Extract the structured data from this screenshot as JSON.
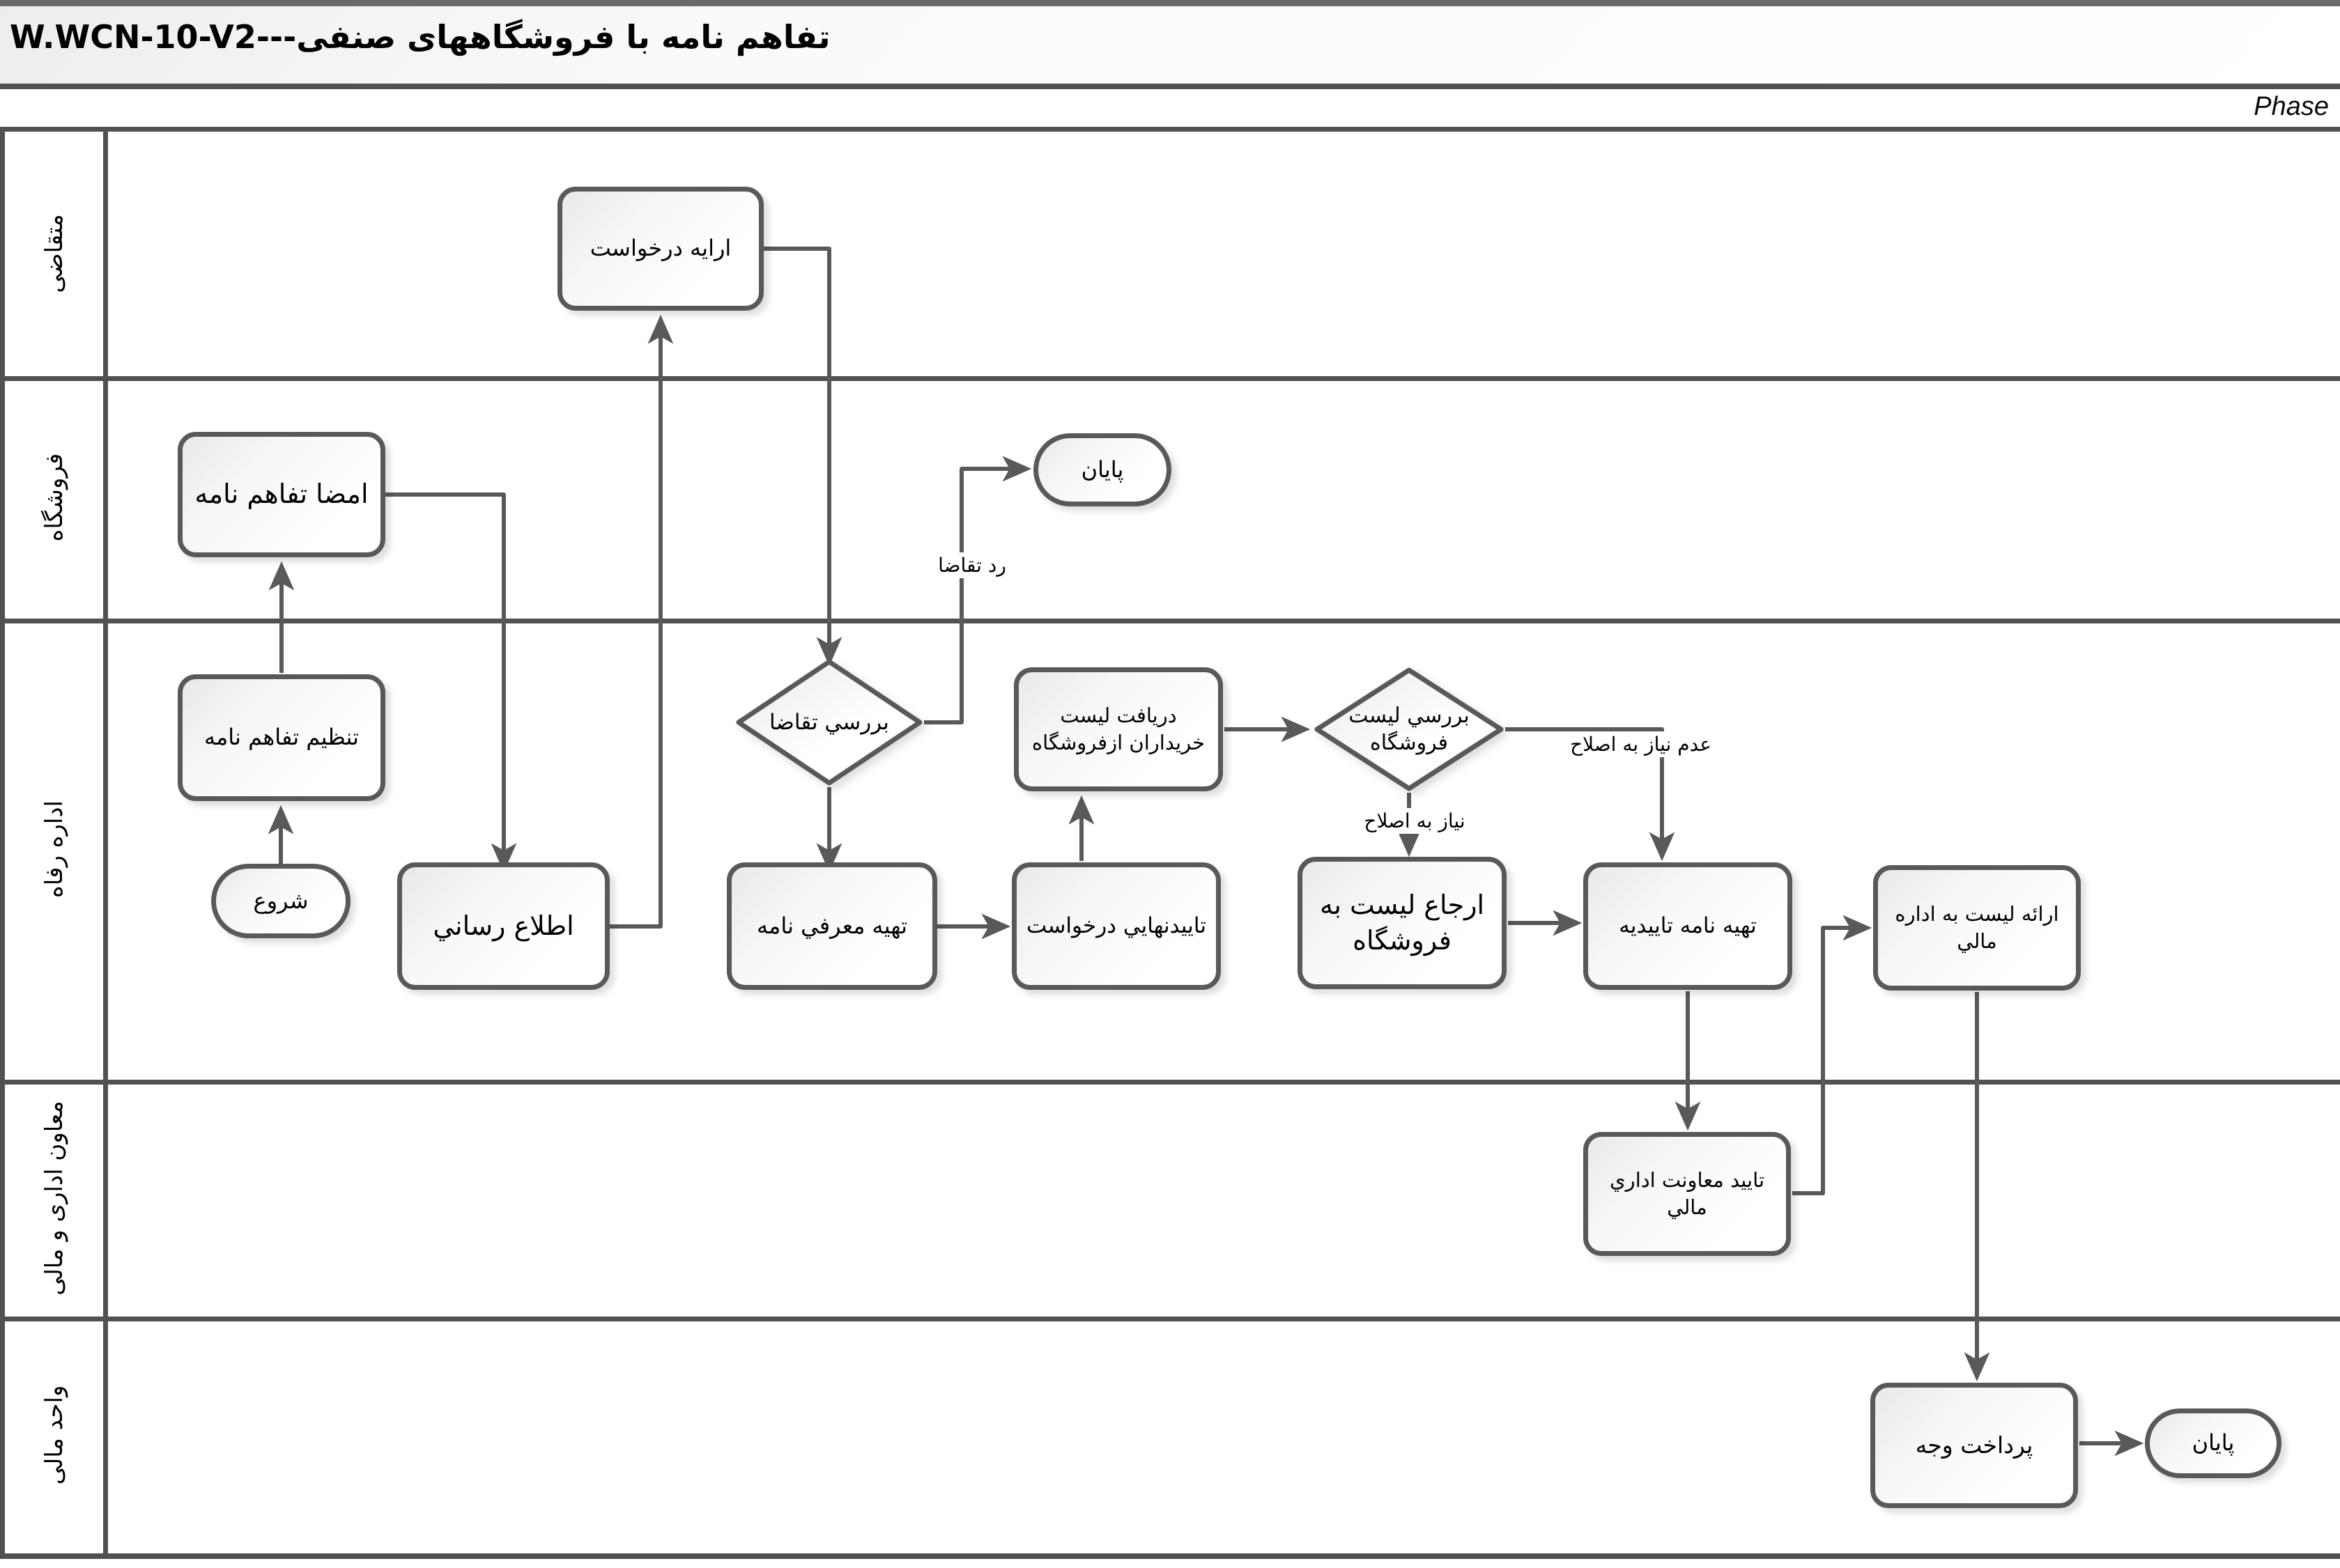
{
  "header": {
    "title": "تفاهم نامه با فروشگاههای صنفی---W.WCN-10-V2",
    "phase_label": "Phase"
  },
  "lanes": [
    {
      "id": "applicant",
      "label": "متقاضی"
    },
    {
      "id": "store",
      "label": "فروشگاه"
    },
    {
      "id": "welfare-office",
      "label": "اداره رفاه"
    },
    {
      "id": "admin-finance-deputy",
      "label": "معاون اداری و مالی"
    },
    {
      "id": "finance-unit",
      "label": "واحد مالی"
    }
  ],
  "nodes": {
    "start": "شروع",
    "submit_request": "ارایه درخواست",
    "sign_mou": "امضا تفاهم نامه",
    "end_store": "پایان",
    "draft_mou": "تنظیم تفاهم نامه",
    "inform": "اطلاع رساني",
    "review_request": "بررسي تقاضا",
    "prepare_intro_letter": "تهیه معرفي نامه",
    "final_request_approval": "تاییدنهایي درخواست",
    "receive_buyers_list": "دریافت لیست خریداران ازفروشگاه",
    "review_store_list": "بررسي لیست فروشگاه",
    "refer_list_to_store": "ارجاع لیست به فروشگاه",
    "prepare_confirmation_letter": "تهیه نامه تاییدیه",
    "send_list_to_finance": "ارائه لیست به اداره مالي",
    "admin_deputy_approval": "تایید معاونت اداري مالي",
    "pay_amount": "پرداخت وجه",
    "end_finance": "پایان"
  },
  "edge_labels": {
    "reject_request": "رد تقاضا",
    "needs_correction": "نیاز به اصلاح",
    "no_correction_needed": "عدم نیاز به اصلاح"
  },
  "colors": {
    "connector": "#595959",
    "shape_border": "#595959",
    "lane_border": "#515151",
    "shape_fill_light": "#e9e9e9",
    "shape_fill_white": "#ffffff",
    "text": "#000000"
  }
}
